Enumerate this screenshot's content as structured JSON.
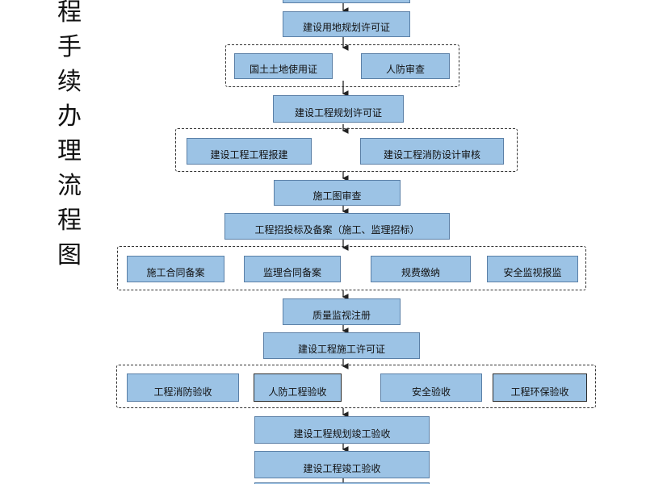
{
  "side_title": [
    "程",
    "手",
    "续",
    "办",
    "理",
    "流",
    "程",
    "图"
  ],
  "steps": {
    "top_partial": "",
    "land_use_permit": "建设用地规划许可证",
    "land_cert": "国土土地使用证",
    "civil_defense_review": "人防审查",
    "eng_planning_permit": "建设工程规划许可证",
    "eng_filing": "建设工程工程报建",
    "fire_design_review": "建设工程消防设计审核",
    "drawing_review": "施工图审查",
    "bidding": "工程招投标及备案（施工、监理招标）",
    "construction_contract": "施工合同备案",
    "supervision_contract": "监理合同备案",
    "fees": "规费缴纳",
    "safety_report": "安全监视报监",
    "quality_register": "质量监视注册",
    "construction_permit": "建设工程施工许可证",
    "fire_acceptance": "工程消防验收",
    "civil_defense_acceptance": "人防工程验收",
    "safety_acceptance": "安全验收",
    "env_acceptance": "工程环保验收",
    "planning_acceptance": "建设工程规划竣工验收",
    "completion_acceptance": "建设工程竣工验收"
  }
}
